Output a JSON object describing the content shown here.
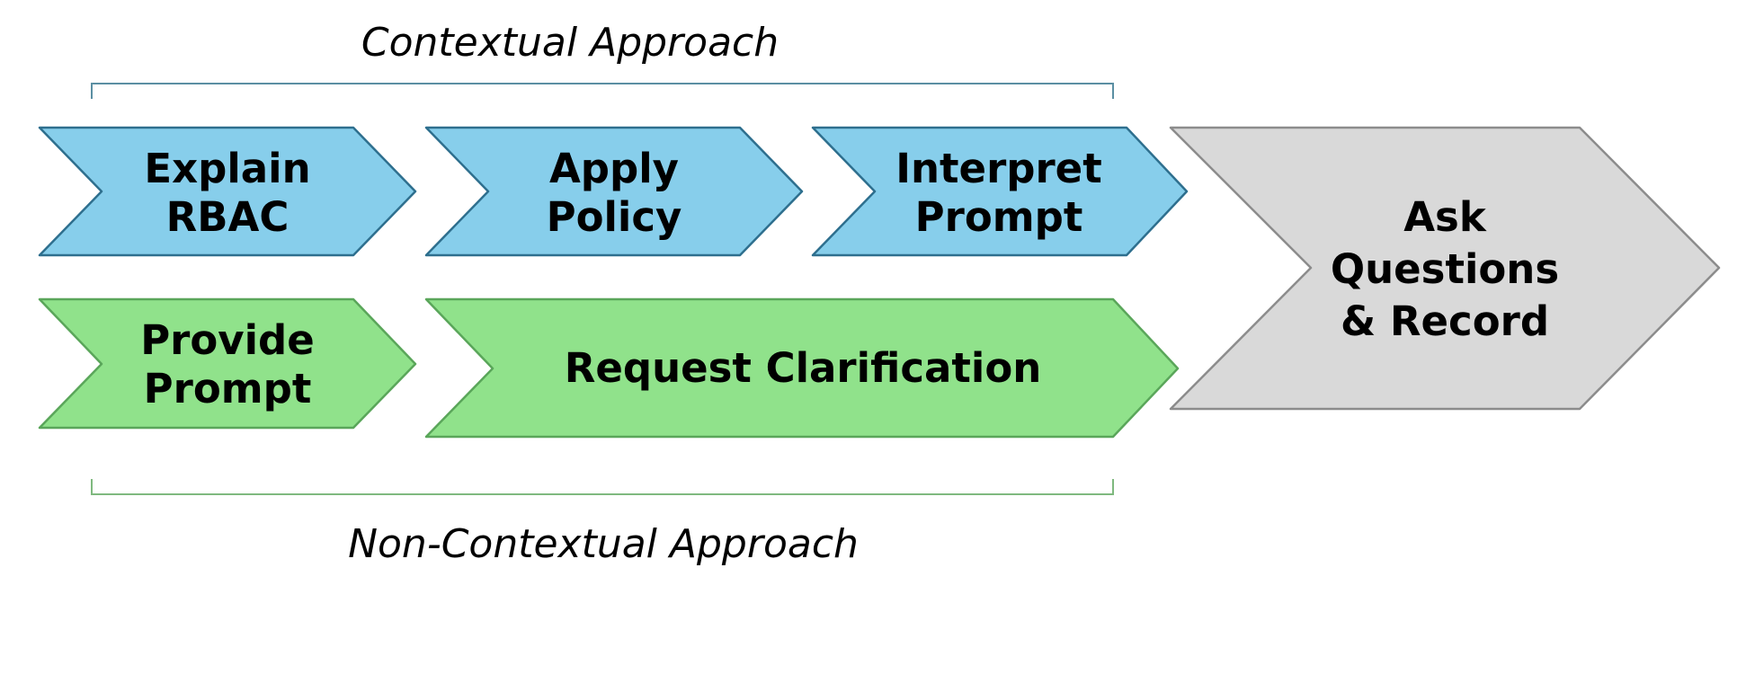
{
  "colors": {
    "contextual_fill": "#87ceeb",
    "contextual_stroke": "#2e6f8e",
    "noncontextual_fill": "#90e28b",
    "noncontextual_stroke": "#5aa65a",
    "final_fill": "#d9d9d9",
    "final_stroke": "#8c8c8c",
    "contextual_bracket": "#5b8fa3",
    "noncontextual_bracket": "#7fb97f"
  },
  "labels": {
    "contextual_approach": "Contextual Approach",
    "noncontextual_approach": "Non-Contextual Approach"
  },
  "steps": {
    "explain_rbac": [
      "Explain",
      "RBAC"
    ],
    "apply_policy": [
      "Apply",
      "Policy"
    ],
    "interpret_prompt": [
      "Interpret",
      "Prompt"
    ],
    "provide_prompt": [
      "Provide",
      "Prompt"
    ],
    "request_clarification": [
      "Request Clarification"
    ],
    "ask_questions": [
      "Ask",
      "Questions",
      "& Record"
    ]
  }
}
